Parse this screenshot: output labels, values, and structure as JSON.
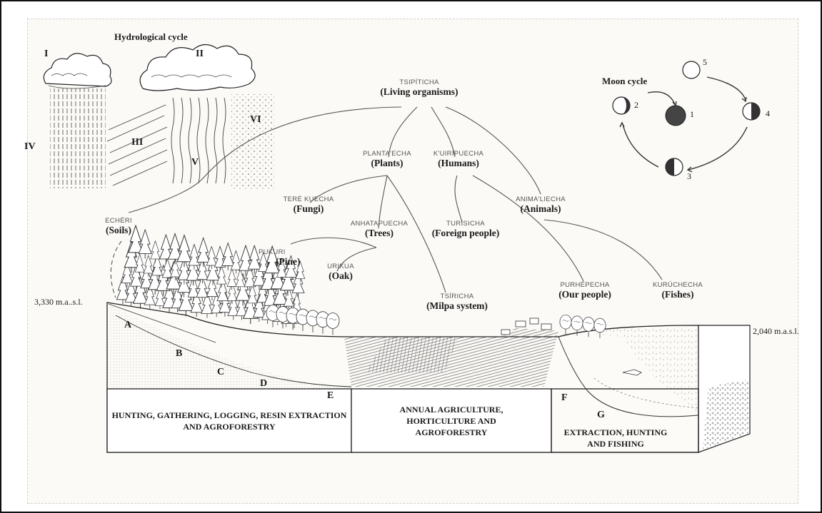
{
  "hydro": {
    "title": "Hydrological cycle",
    "labels": [
      "I",
      "II",
      "III",
      "IV",
      "V",
      "VI"
    ]
  },
  "moon": {
    "title": "Moon cycle",
    "phases": [
      "1",
      "2",
      "3",
      "4",
      "5"
    ]
  },
  "taxonomy": {
    "root": {
      "native": "TSIPÍTICHA",
      "english": "(Living organisms)"
    },
    "plants": {
      "native": "PLANTA'ECHA",
      "english": "(Plants)"
    },
    "humans": {
      "native": "K'UIRÍPUECHA",
      "english": "(Humans)"
    },
    "fungi": {
      "native": "TERÉ KUECHA",
      "english": "(Fungi)"
    },
    "animals": {
      "native": "ANIMA'LIECHA",
      "english": "(Animals)"
    },
    "soils": {
      "native": "ECHÉRI",
      "english": "(Soils)"
    },
    "trees": {
      "native": "ANHATAPUECHA",
      "english": "(Trees)"
    },
    "foreign": {
      "native": "TURÍSICHA",
      "english": "(Foreign people)"
    },
    "pine": {
      "native": "PUKURI",
      "english": "(Pine)"
    },
    "oak": {
      "native": "URIKUA",
      "english": "(Oak)"
    },
    "milpa": {
      "native": "TSÍRICHA",
      "english": "(Milpa system)"
    },
    "ourpeople": {
      "native": "PURHÉPECHA",
      "english": "(Our people)"
    },
    "fishes": {
      "native": "KURÚCHECHA",
      "english": "(Fishes)"
    }
  },
  "altitude": {
    "top": "3,330 m.a..s.l.",
    "bottom": "2,040 m.a.s.l."
  },
  "profile_letters": [
    "A",
    "B",
    "C",
    "D",
    "E",
    "F",
    "G"
  ],
  "zones": {
    "z1": "HUNTING, GATHERING, LOGGING, RESIN  EXTRACTION AND AGROFORESTRY",
    "z2": "ANNUAL AGRICULTURE, HORTICULTURE AND AGROFORESTRY",
    "z3": "EXTRACTION, HUNTING AND FISHING"
  }
}
